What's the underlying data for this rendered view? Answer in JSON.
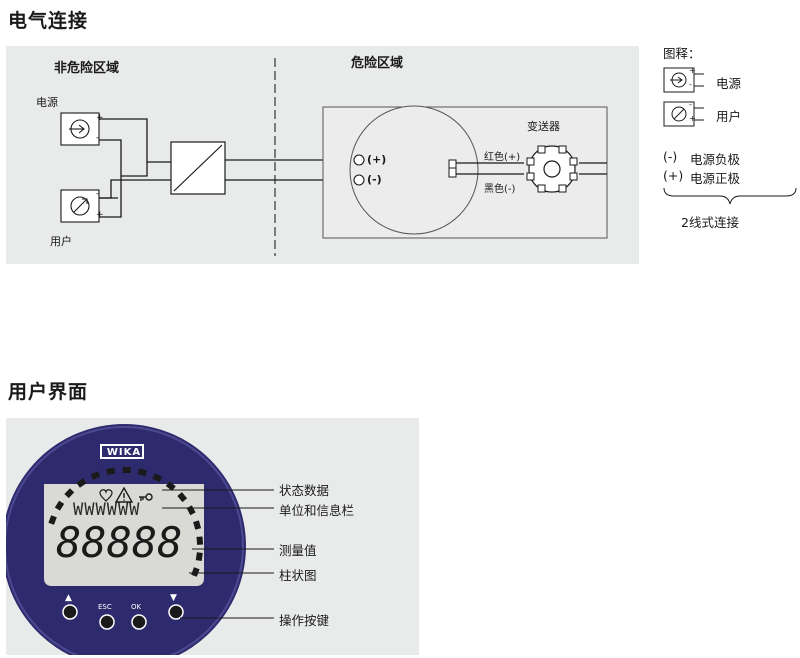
{
  "sections": {
    "electrical_title": "电气连接",
    "ui_title": "用户界面"
  },
  "wiring": {
    "non_hazardous": "非危险区域",
    "hazardous": "危险区域",
    "power_supply": "电源",
    "user": "用户",
    "plus": "+",
    "minus": "-",
    "terminal_plus": "(+)",
    "terminal_minus": "(-)",
    "transmitter": "变送器",
    "red_wire": "红色(+)",
    "black_wire": "黑色(-)"
  },
  "legend": {
    "title": "图释：",
    "power_supply": "电源",
    "user": "用户",
    "neg_symbol": "(-)",
    "neg_label": "电源负极",
    "pos_symbol": "(+)",
    "pos_label": "电源正极",
    "two_wire": "2线式连接"
  },
  "display": {
    "brand": "WIKA",
    "digits": "88888",
    "unit_text": "WWWWWW",
    "buttons": {
      "up": "▲",
      "esc": "ESC",
      "ok": "OK",
      "down": "▼"
    },
    "callouts": {
      "status": "状态数据",
      "unit_info": "单位和信息栏",
      "measured": "测量值",
      "bar": "柱状图",
      "keys": "操作按键"
    }
  },
  "colors": {
    "panel_bg": "#e9eaea",
    "bezel": "#2e2a6e",
    "lcd": "#d9dad6",
    "ink": "#1a1a1a"
  }
}
